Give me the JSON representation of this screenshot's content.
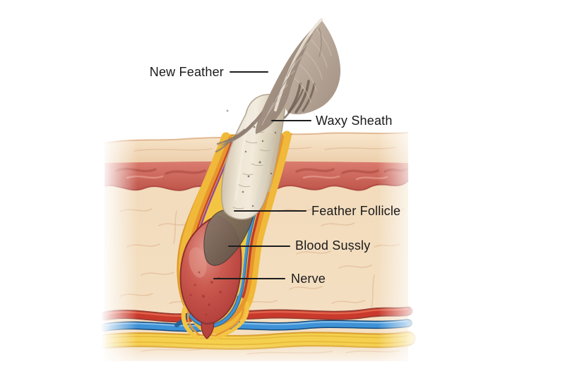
{
  "figure": {
    "title": "Feather follicle anatomy cross-section",
    "background": "#ffffff",
    "text_color": "#1a1a1a",
    "labels": {
      "new_feather": "New Feather",
      "waxy_sheath": "Waxy Sheath",
      "feather_follicle": "Feather Follicle",
      "blood_supply": "Blood Suṣsly",
      "nerve": "Nerve"
    },
    "palette": {
      "epidermis_tan": "#f2d7b8",
      "dermis_red": "#cf6054",
      "subcutis_tan": "#f3ddbe",
      "follicle_wall_yellow": "#f4c542",
      "follicle_wall_orange": "#e8962d",
      "nerve_blue": "#3f92d6",
      "artery_red": "#c9392c",
      "pulp_red": "#c24b44",
      "fat_yellow": "#f5d04e",
      "sheath_cream": "#eee7da",
      "feather_taupe": "#a5937f",
      "leader_line": "#1d1d1d"
    }
  }
}
